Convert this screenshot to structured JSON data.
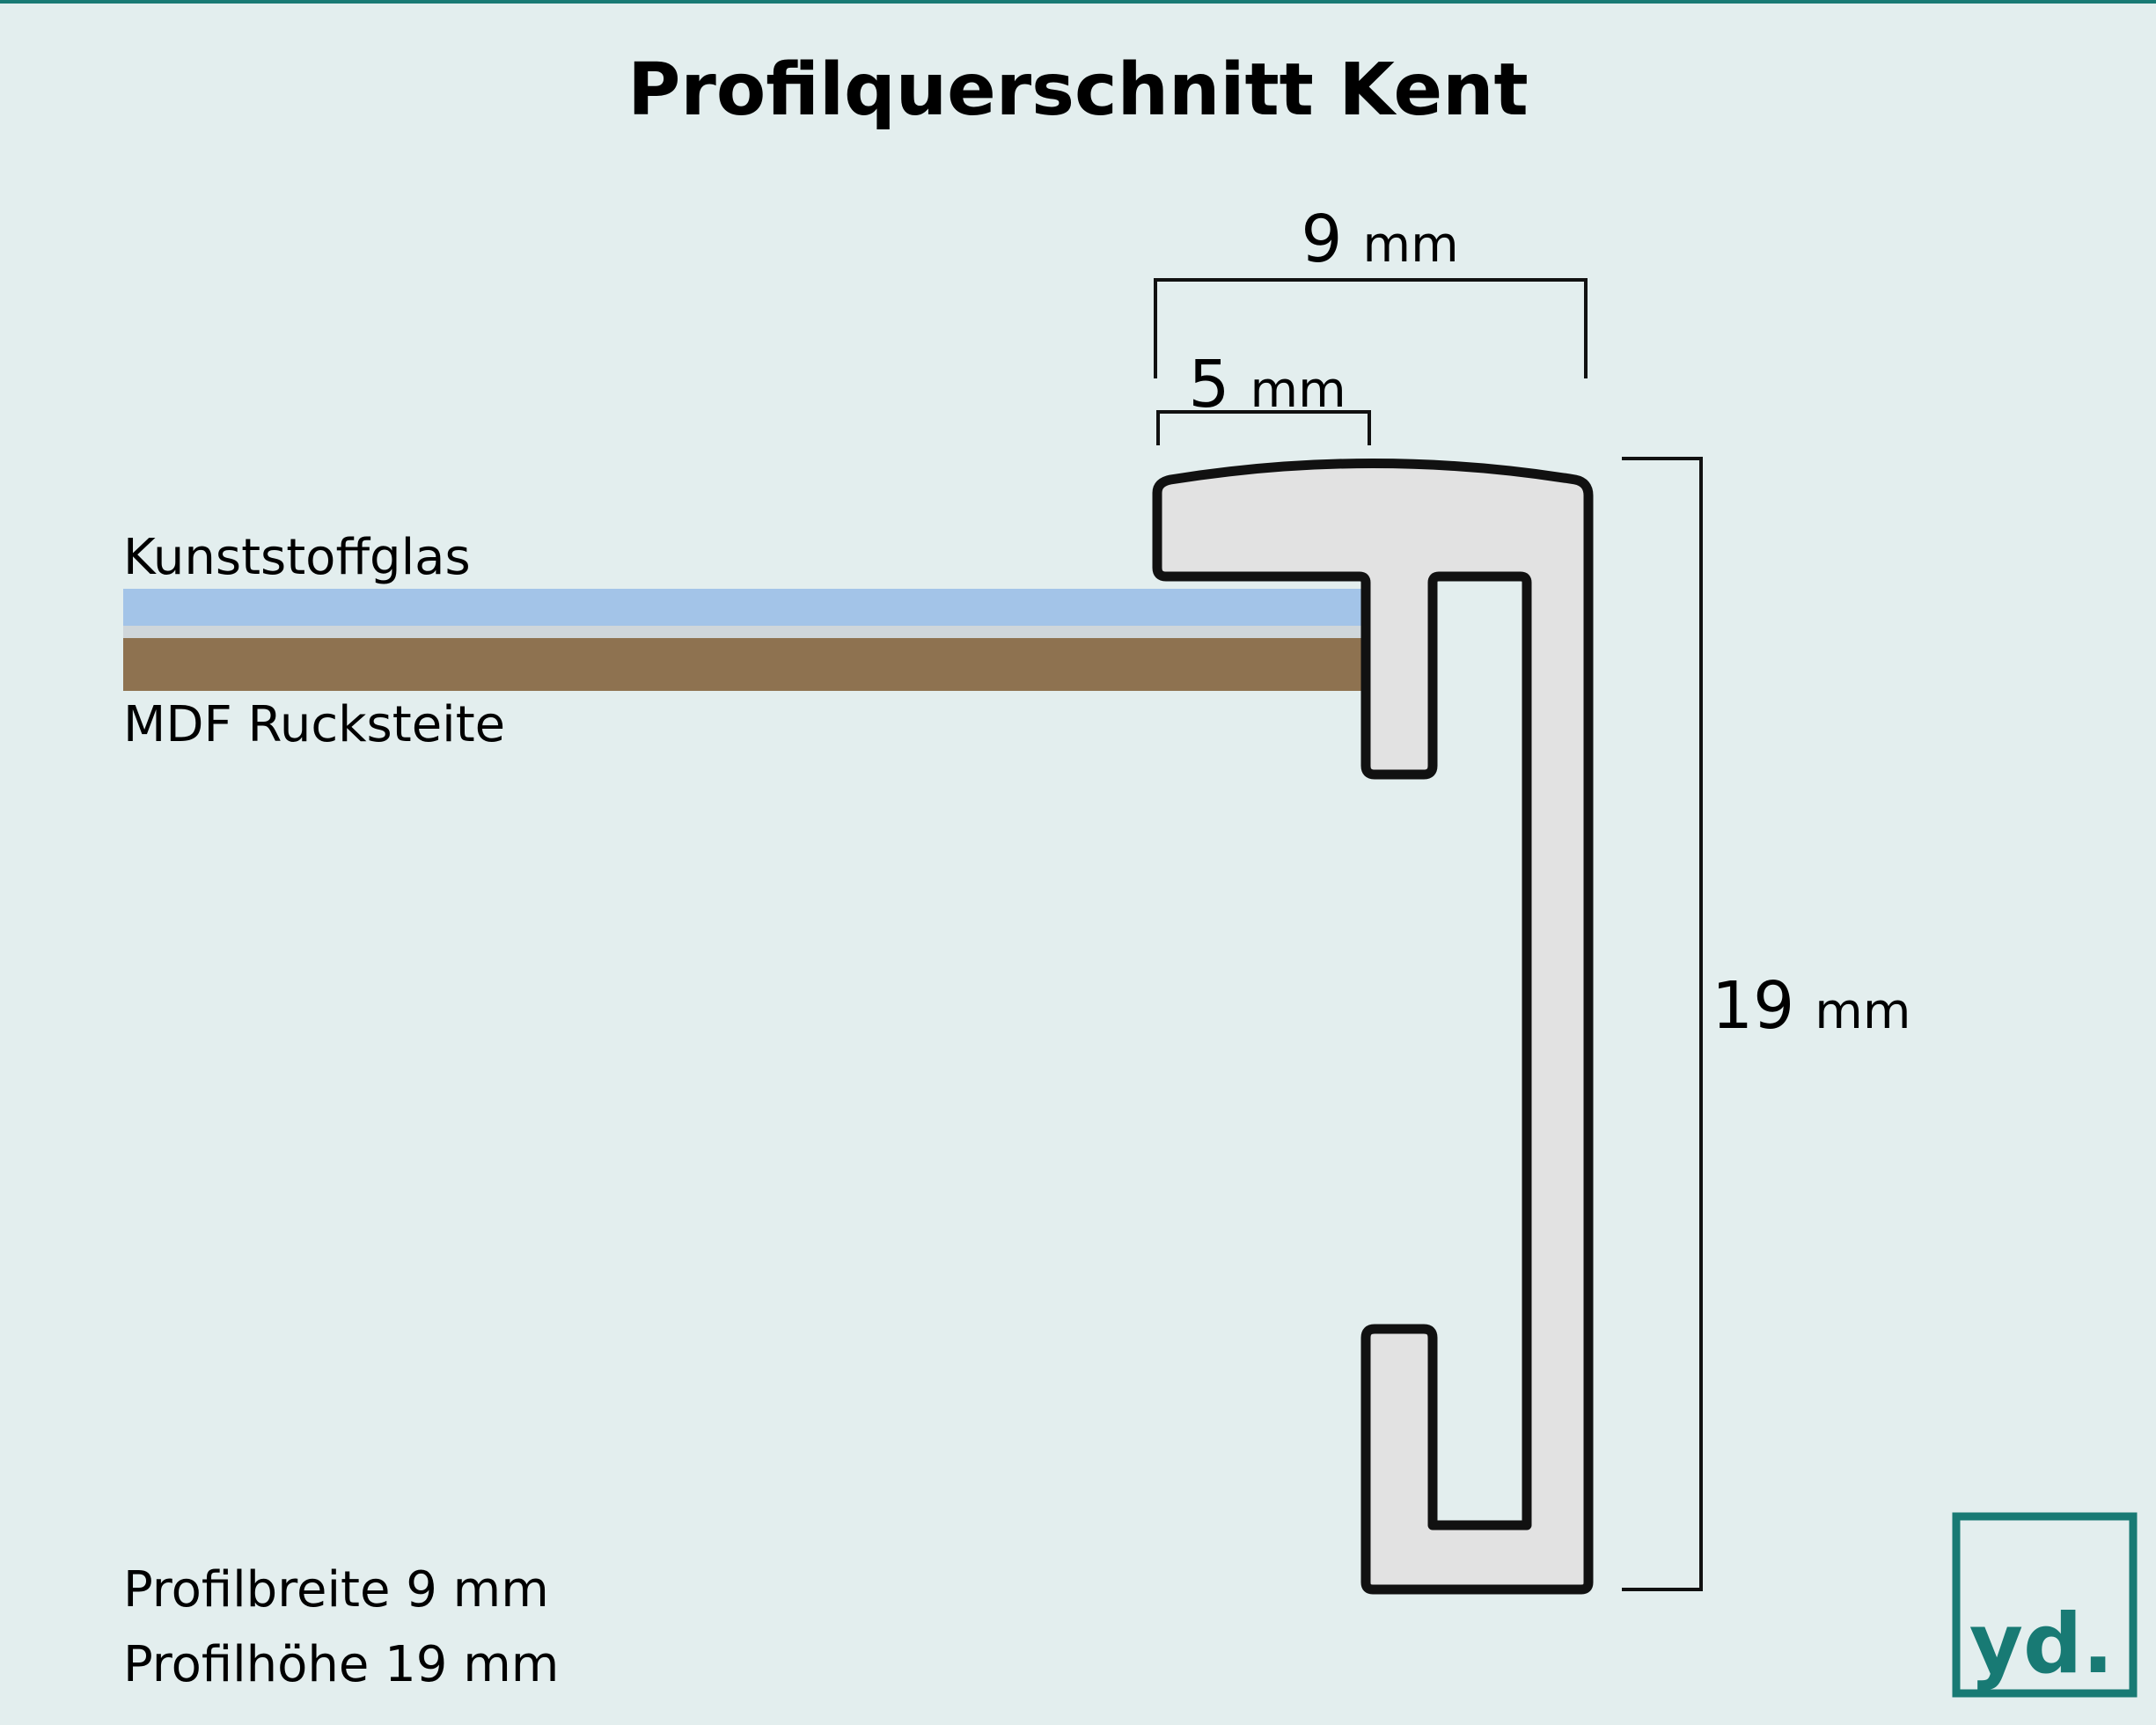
{
  "title": "Profilquerschnitt Kent",
  "dimensions": {
    "width_total": {
      "value": "9",
      "unit": "mm"
    },
    "width_lip": {
      "value": "5",
      "unit": "mm"
    },
    "height": {
      "value": "19",
      "unit": "mm"
    }
  },
  "layers": {
    "glass_label": "Kunststoffglas",
    "backing_label": "MDF Rucksteite"
  },
  "specs": {
    "width_line": "Profilbreite 9 mm",
    "height_line": "Profilhöhe 19 mm"
  },
  "logo": {
    "text": "yd."
  },
  "colors": {
    "background": "#e3eeee",
    "profile_fill": "#e2e2e2",
    "profile_stroke": "#111111",
    "glass": "#a3c4e8",
    "mdf": "#8e7250",
    "logo_teal": "#187a74",
    "frame_top_line": "#187a74"
  }
}
